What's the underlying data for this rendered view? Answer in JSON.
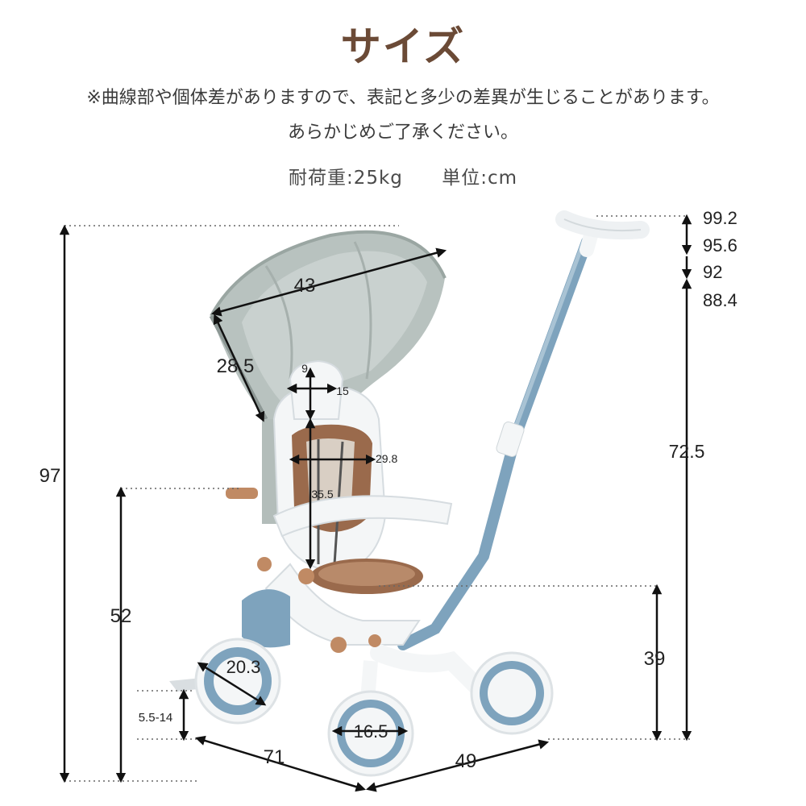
{
  "title": "サイズ",
  "note_line1": "※曲線部や個体差がありますので、表記と多少の差異が生じることがあります。",
  "note_line2": "あらかじめご了承ください。",
  "load_capacity": "耐荷重:25kg",
  "unit": "単位:cm",
  "dimensions": {
    "total_height": "97",
    "seat_back_height": "52",
    "canopy_width": "43",
    "canopy_depth": "28.5",
    "headrest_height": "9",
    "headrest_width": "15",
    "seat_width": "29.8",
    "seat_back": "35.5",
    "handle_heights": [
      "99.2",
      "95.6",
      "92",
      "88.4"
    ],
    "handle_lower": "72.5",
    "seat_height": "39",
    "front_wheel": "20.3",
    "rear_wheel": "16.5",
    "footrest_height": "5.5-14",
    "length": "71",
    "width": "49"
  },
  "colors": {
    "title": "#6b4a36",
    "frame_blue": "#7ea3bd",
    "canopy_gray": "#b8c2bf",
    "cushion_brown": "#9a6a4c",
    "white_frame": "#f4f6f7"
  }
}
